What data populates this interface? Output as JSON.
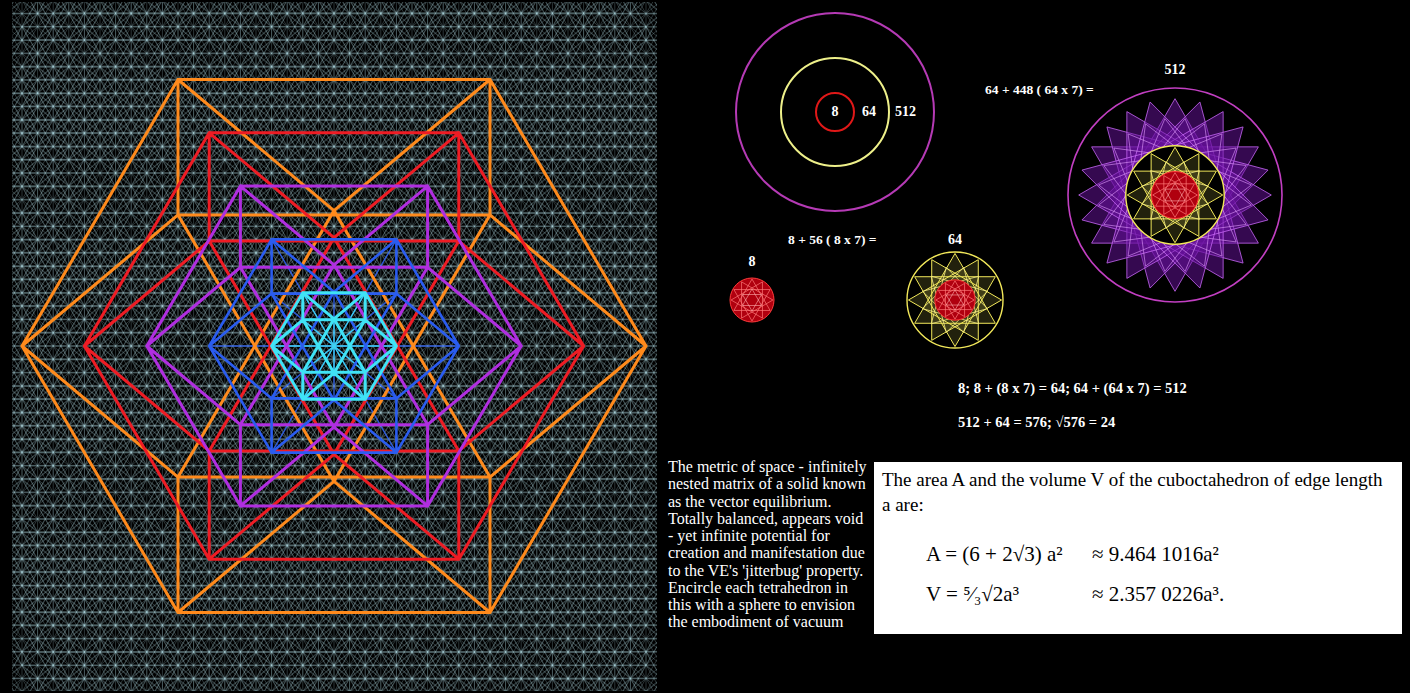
{
  "diagram": {
    "nodes": [
      {
        "text": [
          "512"
        ]
      },
      {
        "text": [
          "64"
        ],
        "in": 0
      },
      {
        "text": [
          "8"
        ],
        "in": 1
      },
      {
        "text": [
          "512"
        ]
      },
      {
        "text": [
          "8"
        ]
      },
      {
        "text": [
          "64"
        ]
      },
      {
        "text": [
          "The area A and the volume V of the cuboctahedron of edge length a are:",
          "A = (6 + 2√3) a²",
          "≈ 9.464 1016a²",
          "V = ⁵⁄₃√2a³",
          "≈ 2.357 0226a³."
        ]
      }
    ],
    "labels": [
      "64 + 448 ( 64 x 7) =",
      "8 + 56 ( 8 x 7) =",
      "8; 8 + (8 x 7) = 64; 64 + (64 x 7) = 512",
      "512 + 64 = 576; √576 = 24",
      "The metric of space - infinitely nested matrix of a solid known as the vector equilibrium. Totally balanced, appears void - yet infinite potential for creation and manifestation due to the VE's 'jitterbug' property. Encircle each tetrahedron in this with a sphere to envision the embodiment of vacuum"
    ]
  }
}
